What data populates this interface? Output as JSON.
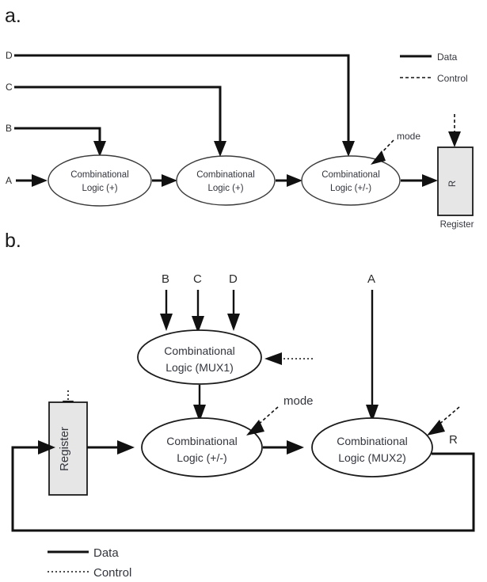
{
  "figure": {
    "panel_a_label": "a.",
    "panel_b_label": "b."
  },
  "panel_a": {
    "inputs": [
      {
        "name": "D",
        "label": "D"
      },
      {
        "name": "C",
        "label": "C"
      },
      {
        "name": "B",
        "label": "B"
      },
      {
        "name": "A",
        "label": "A"
      }
    ],
    "nodes": [
      {
        "line1": "Combinational",
        "line2": "Logic (+)"
      },
      {
        "line1": "Combinational",
        "line2": "Logic (+)"
      },
      {
        "line1": "Combinational",
        "line2": "Logic (+/-)"
      }
    ],
    "mode_label": "mode",
    "register": {
      "inner_label": "R",
      "caption": "Register"
    },
    "legend": {
      "data_label": "Data",
      "control_label": "Control"
    }
  },
  "panel_b": {
    "mux1_inputs": [
      {
        "name": "B",
        "label": "B"
      },
      {
        "name": "C",
        "label": "C"
      },
      {
        "name": "D",
        "label": "D"
      }
    ],
    "mux2_input": {
      "name": "A",
      "label": "A"
    },
    "nodes": [
      {
        "line1": "Combinational",
        "line2": "Logic (MUX1)"
      },
      {
        "line1": "Combinational",
        "line2": "Logic (+/-)"
      },
      {
        "line1": "Combinational",
        "line2": "Logic (MUX2)"
      }
    ],
    "mode_label": "mode",
    "register": {
      "label": "Register"
    },
    "output_label": "R",
    "legend": {
      "data_label": "Data",
      "control_label": "Control"
    }
  },
  "colors": {
    "line": "#111111",
    "node_stroke": "#3a3a3a",
    "box_fill": "#e6e6e6",
    "text": "#33353d",
    "background": "#ffffff"
  }
}
